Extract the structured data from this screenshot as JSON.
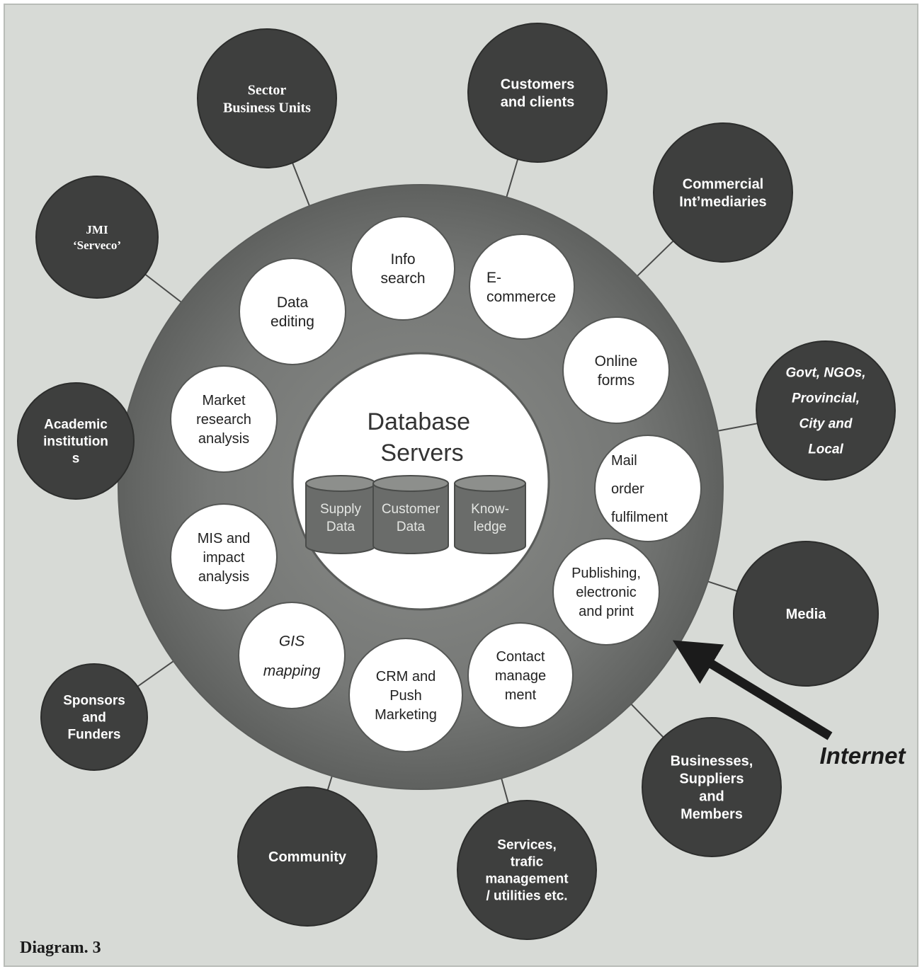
{
  "diagram": {
    "caption": "Diagram. 3",
    "center": {
      "title_lines": [
        "Database",
        "Servers"
      ]
    },
    "databases": [
      {
        "lines": [
          "Supply",
          "Data"
        ]
      },
      {
        "lines": [
          "Customer",
          "Data"
        ]
      },
      {
        "lines": [
          "Know-",
          "ledge"
        ]
      }
    ],
    "services": [
      {
        "id": "info-search",
        "lines": [
          "Info",
          "search"
        ]
      },
      {
        "id": "e-commerce",
        "lines": [
          "E-",
          "commerce"
        ]
      },
      {
        "id": "online-forms",
        "lines": [
          "Online",
          "forms"
        ]
      },
      {
        "id": "mail-order",
        "lines": [
          "Mail",
          "order",
          "fulfilment"
        ]
      },
      {
        "id": "publishing",
        "lines": [
          "Publishing,",
          "electronic",
          "and print"
        ]
      },
      {
        "id": "contact-management",
        "lines": [
          "Contact",
          "manage",
          "ment"
        ]
      },
      {
        "id": "crm",
        "lines": [
          "CRM and",
          "Push",
          "Marketing"
        ]
      },
      {
        "id": "gis",
        "lines": [
          "GIS",
          "mapping"
        ]
      },
      {
        "id": "mis",
        "lines": [
          "MIS and",
          "impact",
          "analysis"
        ]
      },
      {
        "id": "market-research",
        "lines": [
          "Market",
          "research",
          "analysis"
        ]
      },
      {
        "id": "data-editing",
        "lines": [
          "Data",
          "editing"
        ]
      }
    ],
    "stakeholders": [
      {
        "id": "sector-business-units",
        "lines": [
          "Sector",
          "Business Units"
        ]
      },
      {
        "id": "customers-clients",
        "lines": [
          "Customers",
          "and clients"
        ]
      },
      {
        "id": "commercial-intermediaries",
        "lines": [
          "Commercial",
          "Int’mediaries"
        ]
      },
      {
        "id": "govt-ngos",
        "lines": [
          "Govt, NGOs,",
          "Provincial,",
          "City and",
          "Local"
        ]
      },
      {
        "id": "media",
        "lines": [
          "Media"
        ]
      },
      {
        "id": "businesses-suppliers",
        "lines": [
          "Businesses,",
          "Suppliers",
          "and",
          "Members"
        ]
      },
      {
        "id": "services-utilities",
        "lines": [
          "Services,",
          "trafic",
          "management",
          "/ utilities etc."
        ]
      },
      {
        "id": "community",
        "lines": [
          "Community"
        ]
      },
      {
        "id": "sponsors-funders",
        "lines": [
          "Sponsors",
          "and",
          "Funders"
        ]
      },
      {
        "id": "academic-institutions",
        "lines": [
          "Academic",
          "institution",
          "s"
        ]
      },
      {
        "id": "jmi-serveco",
        "lines": [
          "JMI",
          "‘Serveco’"
        ]
      }
    ],
    "internet_label": "Internet",
    "colors": {
      "background": "#d7dad6",
      "ring": "#6d6f6d",
      "stakeholder_fill": "#3e3f3e",
      "service_fill": "#ffffff",
      "database_fill": "#6a6c6a",
      "text_dark": "#222222",
      "text_light": "#ffffff"
    }
  }
}
